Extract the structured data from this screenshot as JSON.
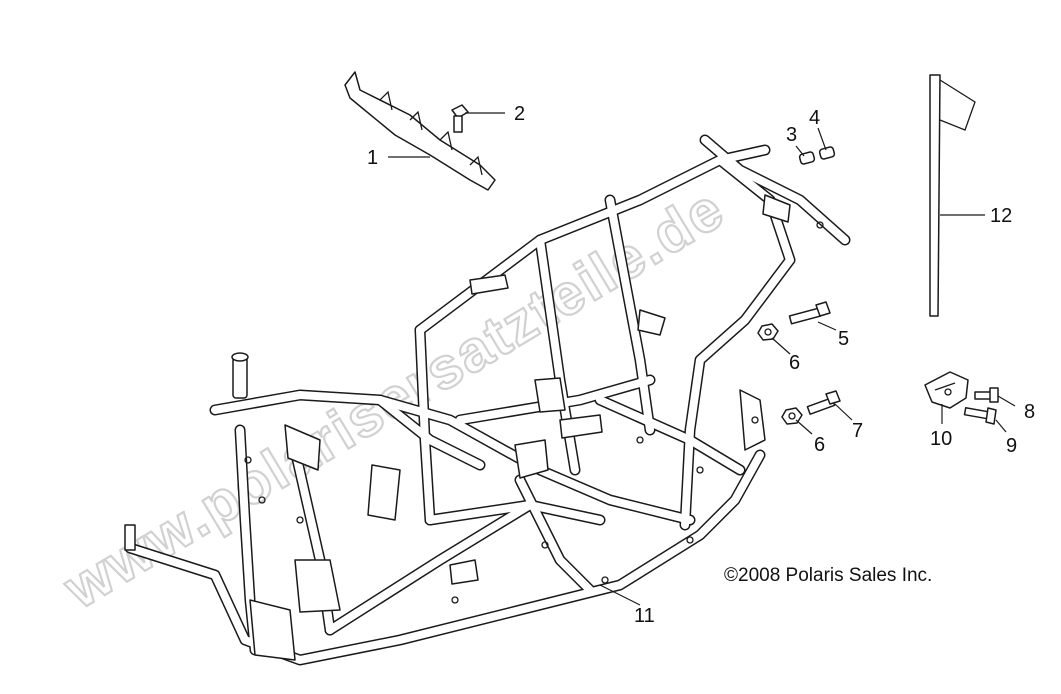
{
  "watermark": "www.polarisersatzteile.de",
  "copyright": "©2008 Polaris Sales Inc.",
  "callouts": [
    "1",
    "2",
    "3",
    "4",
    "5",
    "6",
    "6",
    "7",
    "8",
    "9",
    "10",
    "11",
    "12"
  ]
}
